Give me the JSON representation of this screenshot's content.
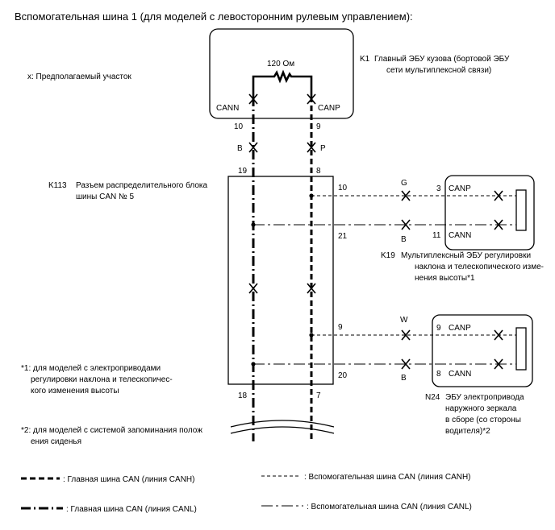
{
  "title": "Вспомогательная шина 1 (для моделей с левосторонним рулевым управлением):",
  "suspected_area": "x: Предполагаемый участок",
  "k1": {
    "code": "K1",
    "name_line1": "Главный ЭБУ кузова (бортовой ЭБУ",
    "name_line2": "сети мультиплексной связи)",
    "resistor": "120 Ом",
    "cann": "CANN",
    "canp": "CANP",
    "pin_cann": "10",
    "pin_canp": "9"
  },
  "wire_colors": {
    "b_left": "B",
    "p_right": "P",
    "g": "G",
    "b_k19": "B",
    "w": "W",
    "b_n24": "B"
  },
  "k113": {
    "code": "K113",
    "name_line1": "Разъем распределительного блока",
    "name_line2": "шины CAN № 5",
    "pin_top_left": "19",
    "pin_top_right": "8",
    "pin_10": "10",
    "pin_21": "21",
    "pin_9": "9",
    "pin_20": "20",
    "pin_bottom_left": "18",
    "pin_bottom_right": "7"
  },
  "k19": {
    "code": "K19",
    "name_line1": "Мультиплексный ЭБУ регулировки",
    "name_line2": "наклона и телескопического изме-",
    "name_line3": "нения высоты*1",
    "pin_canp": "3",
    "canp": "CANP",
    "pin_cann": "11",
    "cann": "CANN"
  },
  "n24": {
    "code": "N24",
    "name_line1": "ЭБУ электропривода",
    "name_line2": "наружного зеркала",
    "name_line3": "в сборе (со стороны",
    "name_line4": "водителя)*2",
    "pin_canp": "9",
    "canp": "CANP",
    "pin_cann": "8",
    "cann": "CANN"
  },
  "notes": {
    "n1_line1": "*1: для моделей с электроприводами",
    "n1_line2": "регулировки наклона и телескопичес-",
    "n1_line3": "кого изменения высоты",
    "n2_line1": "*2: для моделей с системой запоминания полож",
    "n2_line2": "ения сиденья"
  },
  "legend": {
    "main_canh": ": Главная шина CAN (линия CANH)",
    "main_canl": ": Главная шина CAN (линия CANL)",
    "sub_canh": ": Вспомогательная шина CAN (линия CANH)",
    "sub_canl": ": Вспомогательная шина CAN (линия CANL)"
  }
}
